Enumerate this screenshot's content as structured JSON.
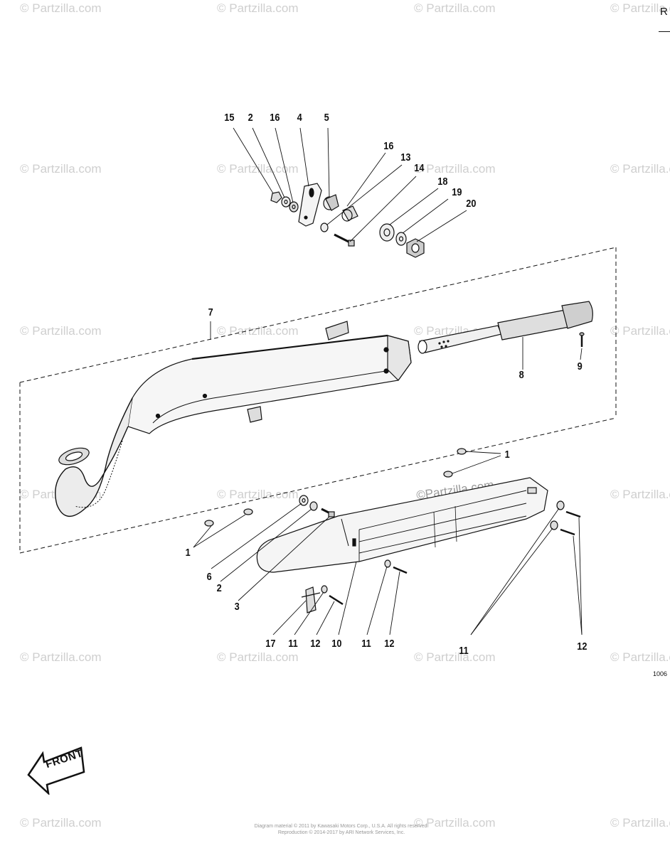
{
  "watermark": "© Partzilla.com",
  "watermark_center": "©Partzilla.com",
  "corner_label": "R",
  "diagram_id": "1006",
  "front_label": "FRONT",
  "copyright": {
    "line1": "Diagram material © 2011 by Kawasaki Motors Corp., U.S.A. All rights reserved.",
    "line2": "Reproduction © 2014-2017 by ARI Network Services, Inc."
  },
  "callouts": {
    "c15": "15",
    "c2a": "2",
    "c16a": "16",
    "c4": "4",
    "c5": "5",
    "c16b": "16",
    "c13": "13",
    "c14": "14",
    "c18": "18",
    "c19": "19",
    "c20": "20",
    "c7": "7",
    "c8": "8",
    "c9": "9",
    "c1a": "1",
    "c1b": "1",
    "c6": "6",
    "c2b": "2",
    "c3": "3",
    "c17": "17",
    "c11a": "11",
    "c12a": "12",
    "c10": "10",
    "c11b": "11",
    "c12b": "12",
    "c11c": "11",
    "c12c": "12"
  }
}
